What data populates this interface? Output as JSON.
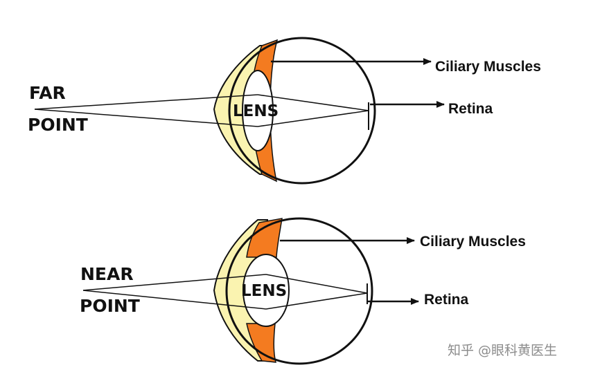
{
  "diagram": {
    "far": {
      "point_label_line1": "FAR",
      "point_label_line2": "POINT",
      "lens_label": "LENS",
      "ciliary_label": "Ciliary Muscles",
      "retina_label": "Retina"
    },
    "near": {
      "point_label_line1": "NEAR",
      "point_label_line2": "POINT",
      "lens_label": "LENS",
      "ciliary_label": "Ciliary Muscles",
      "retina_label": "Retina"
    },
    "colors": {
      "cornea": "#FAF3B0",
      "ciliary_muscle": "#F47B20",
      "outline": "#111111",
      "watermark": "#8C8C8C"
    }
  },
  "watermark": {
    "text": "知乎 @眼科黄医生"
  }
}
